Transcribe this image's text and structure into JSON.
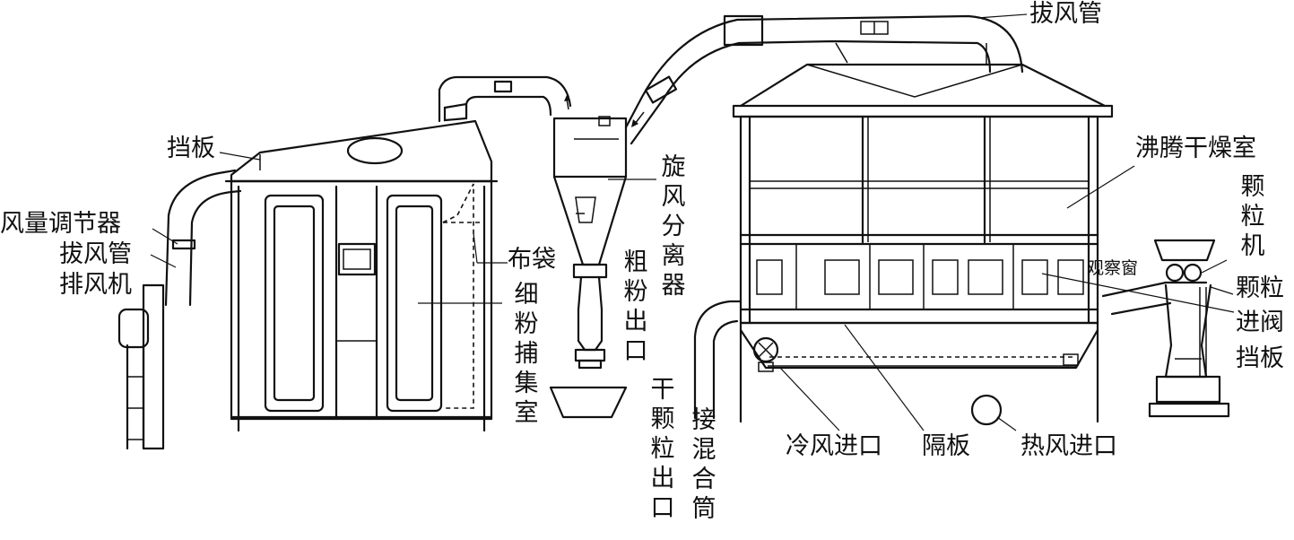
{
  "labels": {
    "exhaust_pipe_top": "拔风管",
    "baffle_left": "挡板",
    "air_regulator": "风量调节器",
    "exhaust_pipe_left": "拔风管",
    "exhaust_fan": "排风机",
    "bag": "布袋",
    "fine_powder_room": "细粉捕集室",
    "cyclone": "旋风分离器",
    "coarse_outlet": "粗粉出口",
    "dry_granule_outlet": "干颗粒出口",
    "mixing_pipe": "接混合筒",
    "drying_room": "沸腾干燥室",
    "granulator": "颗粒机",
    "window": "观察窗",
    "granule_valve_baffle_1": "颗粒",
    "granule_valve_baffle_2": "进阀",
    "granule_valve_baffle_3": "挡板",
    "cold_inlet": "冷风进口",
    "partition": "隔板",
    "hot_inlet": "热风进口"
  }
}
